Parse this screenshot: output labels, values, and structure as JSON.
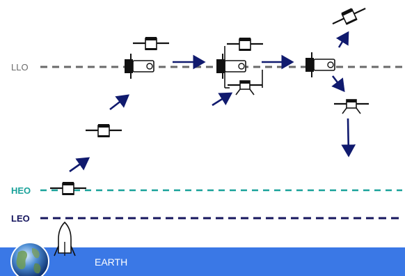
{
  "orbits": {
    "llo": {
      "label": "LLO",
      "color": "#6a6a6a"
    },
    "heo": {
      "label": "HEO",
      "color": "#1aa29a"
    },
    "leo": {
      "label": "LEO",
      "color": "#16165e"
    }
  },
  "earth": {
    "label": "EARTH",
    "band_color": "#3a78e6"
  },
  "colors": {
    "arrow": "#101a6e",
    "spacecraft_dark": "#111111",
    "spacecraft_light": "#ffffff"
  },
  "icons": {
    "arrow": "arrow-icon",
    "spacecraft": "spacecraft-icon",
    "rocket": "rocket-icon",
    "earth": "earth-globe-icon"
  }
}
